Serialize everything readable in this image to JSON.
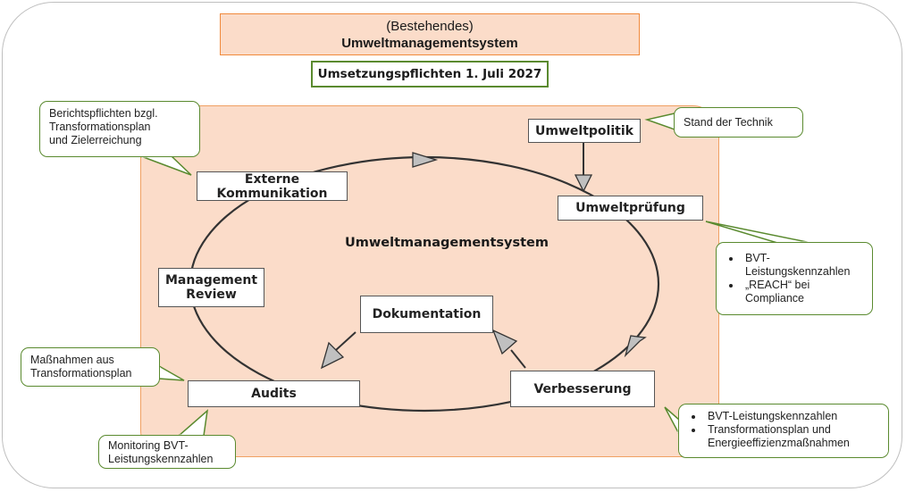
{
  "header": {
    "line1": "(Bestehendes)",
    "line2": "Umweltmanagementsystem",
    "deadline": "Umsetzungspflichten 1. Juli 2027"
  },
  "center_label": "Umweltmanagementsystem",
  "cycle": {
    "umweltpolitik": "Umweltpolitik",
    "umweltpruefung": "Umweltprüfung",
    "externe_kommunikation_1": "Externe",
    "externe_kommunikation_2": "Kommunikation",
    "management_review_1": "Management",
    "management_review_2": "Review",
    "dokumentation": "Dokumentation",
    "audits": "Audits",
    "verbesserung": "Verbesserung"
  },
  "callouts": {
    "berichtspflichten": [
      "Berichtspflichten bzgl.",
      "Transformationsplan",
      "und Zielerreichung"
    ],
    "stand_der_technik": "Stand der Technik",
    "bvt_reach": [
      "BVT-Leistungskennzahlen",
      "„REACH“ bei Compliance"
    ],
    "massnahmen": [
      "Maßnahmen aus",
      "Transformationsplan"
    ],
    "monitoring": [
      "Monitoring BVT-",
      "Leistungskennzahlen"
    ],
    "verbesserung_items": [
      "BVT-Leistungskennzahlen",
      "Transformationsplan und Energieeffizienzmaßnahmen"
    ]
  },
  "colors": {
    "area_fill": "#fbdcc9",
    "area_border": "#f0a062",
    "callout_border": "#5a8a2f",
    "arrow_fill": "#c0c0c0"
  }
}
